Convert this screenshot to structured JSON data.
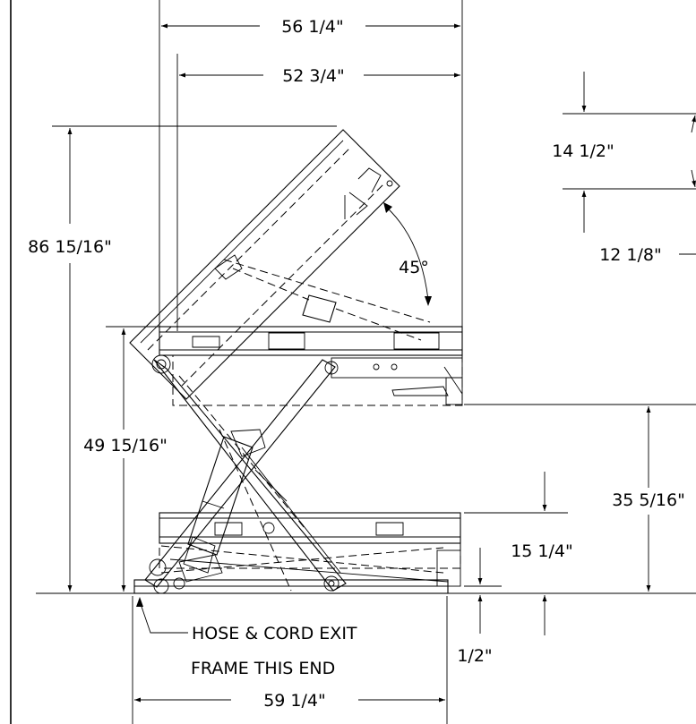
{
  "dimensions": {
    "overall_width_top": "56 1/4\"",
    "platform_width": "52 3/4\"",
    "tilted_height": "86 15/16\"",
    "top_gap": "14 1/2\"",
    "top_offset": "12 1/8\"",
    "tilt_angle": "45°",
    "raised_height": "49 15/16\"",
    "stroke": "35 5/16\"",
    "lowered_height": "15 1/4\"",
    "base_clearance": "1/2\"",
    "base_length": "59 1/4\""
  },
  "notes": {
    "line1": "HOSE &  CORD EXIT",
    "line2": "FRAME THIS END"
  },
  "colors": {
    "ink": "#000000",
    "paper": "#ffffff"
  }
}
